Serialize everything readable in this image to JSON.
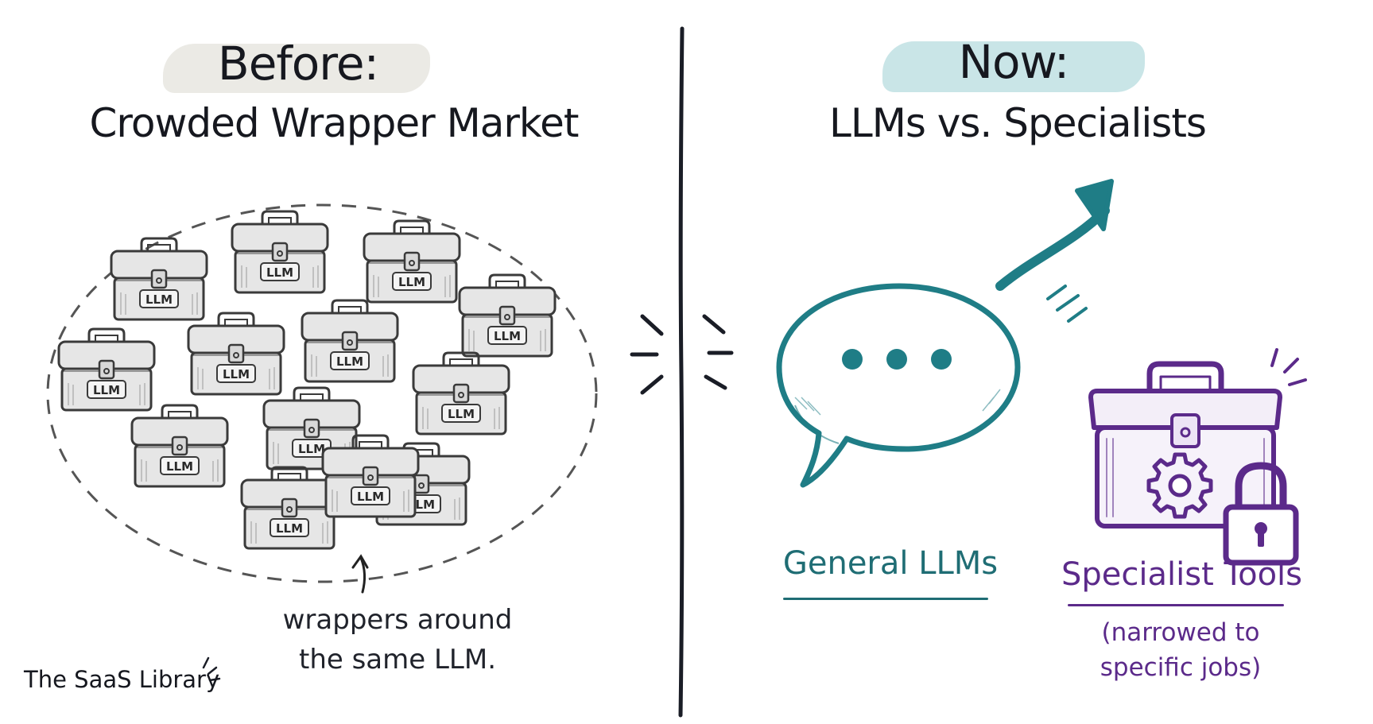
{
  "before": {
    "title": "Before:",
    "subtitle": "Crowded Wrapper Market",
    "box_label": "LLM",
    "box_count": 13,
    "caption_line1": "wrappers around",
    "caption_line2": "the same LLM."
  },
  "now": {
    "title": "Now:",
    "subtitle": "LLMs vs. Specialists",
    "general_label": "General LLMs",
    "specialist_label": "Specialist Tools",
    "specialist_note_line1": "(narrowed to",
    "specialist_note_line2": "specific jobs)"
  },
  "brand": "The SaaS Library",
  "icons": {
    "toolbox": "toolbox-icon",
    "chat": "chat-bubble-icon",
    "arrow": "trend-arrow-icon",
    "gear": "gear-icon",
    "lock": "padlock-icon"
  },
  "colors": {
    "ink": "#16181f",
    "box_fill": "#e6e6e6",
    "box_stroke": "#3a3a3a",
    "teal": "#1f7d86",
    "purple": "#5b2a8a",
    "highlight_before": "#e7e6e1",
    "highlight_now": "#bfe1e3"
  }
}
